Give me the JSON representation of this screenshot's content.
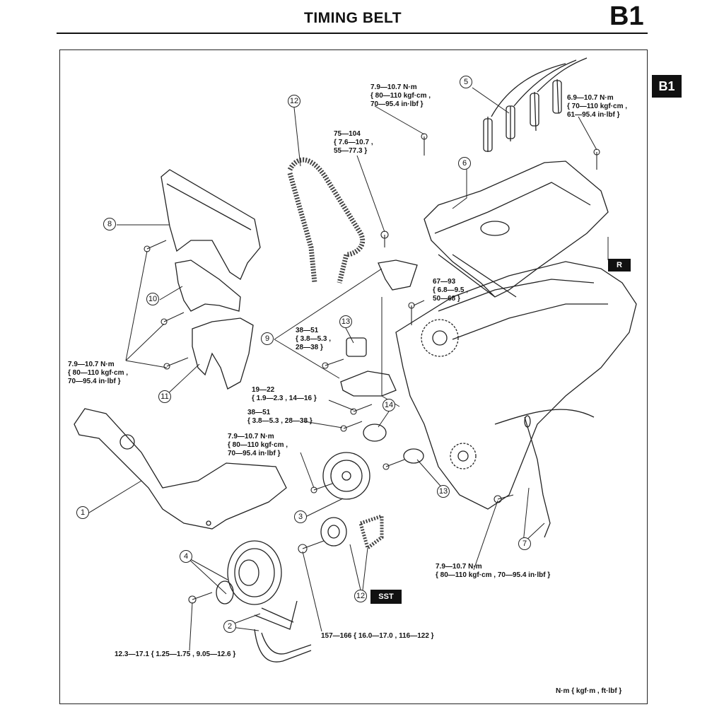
{
  "header": {
    "title": "TIMING BELT",
    "section": "B1",
    "side_tab": "B1"
  },
  "torque_notes": [
    "7.9—10.7 N·m\n{ 80—110 kgf·cm ,\n70—95.4 in·lbf }",
    "6.9—10.7 N·m\n{ 70—110 kgf·cm ,\n61—95.4 in·lbf }",
    "75—104\n{ 7.6—10.7 ,\n55—77.3 }",
    "67—93\n{ 6.8—9.5 ,\n50—68 }",
    "38—51\n{ 3.8—5.3 ,\n28—38 }",
    "19—22\n{ 1.9—2.3 , 14—16 }",
    "38—51\n{ 3.8—5.3 , 28—38 }",
    "7.9—10.7 N·m\n{ 80—110 kgf·cm ,\n70—95.4 in·lbf }",
    "7.9—10.7 N·m\n{ 80—110 kgf·cm ,\n70—95.4 in·lbf }",
    "7.9—10.7 N·m\n{ 80—110 kgf·cm , 70—95.4 in·lbf }",
    "157—166 { 16.0—17.0 , 116—122 }",
    "12.3—17.1 { 1.25—1.75 , 9.05—12.6 }"
  ],
  "callouts": [
    "12",
    "5",
    "6",
    "8",
    "10",
    "9",
    "13",
    "11",
    "14",
    "1",
    "3",
    "13",
    "4",
    "2",
    "12",
    "7"
  ],
  "tags": {
    "r": "R",
    "sst": "SST"
  },
  "units_note": "N·m { kgf·m , ft·lbf }"
}
